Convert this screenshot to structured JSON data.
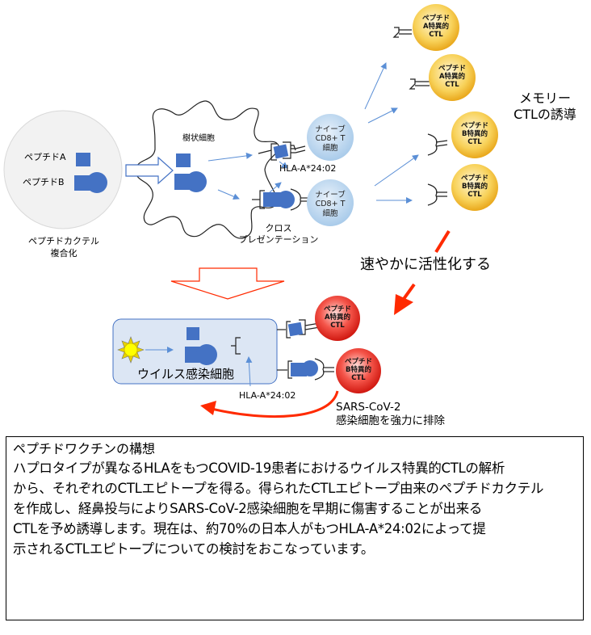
{
  "diagram": {
    "cocktail": {
      "peptide_a_label": "ペプチドA",
      "peptide_b_label": "ペプチドB",
      "caption_line1": "ペプチドカクテル",
      "caption_line2": "複合化"
    },
    "dendritic_cell": {
      "label": "樹状細胞",
      "cross_presentation_line1": "クロス",
      "cross_presentation_line2": "プレゼンテーション"
    },
    "hla_label": "HLA-A*24:02",
    "naive_cells": [
      {
        "line1": "ナイーブ",
        "line2": "CD8+ T",
        "line3": "細胞"
      },
      {
        "line1": "ナイーブ",
        "line2": "CD8+ T",
        "line3": "細胞"
      }
    ],
    "memory_ctls": [
      {
        "line1": "ペプチド",
        "line2": "A特異的",
        "line3": "CTL"
      },
      {
        "line1": "ペプチド",
        "line2": "A特異的",
        "line3": "CTL"
      },
      {
        "line1": "ペプチド",
        "line2": "B特異的",
        "line3": "CTL"
      },
      {
        "line1": "ペプチド",
        "line2": "B特異的",
        "line3": "CTL"
      }
    ],
    "memory_label_line1": "メモリー",
    "memory_label_line2": "CTLの誘導",
    "activation_label": "速やかに活性化する",
    "infected_cell": {
      "label": "ウイルス感染細胞",
      "hla_label": "HLA-A*24:02"
    },
    "active_ctls": [
      {
        "line1": "ペプチド",
        "line2": "A特異的",
        "line3": "CTL"
      },
      {
        "line1": "ペプチド",
        "line2": "B特異的",
        "line3": "CTL"
      }
    ],
    "elimination_line1": "SARS-CoV-2",
    "elimination_line2": "感染細胞を強力に排除",
    "colors": {
      "peptide_blue": "#4472c4",
      "arrow_blue": "#5b8fd6",
      "red": "#ff2a00",
      "naive_cell": "#bcd7ee",
      "memory_ctl": "#f6c343",
      "active_ctl": "#e8231a",
      "infected_cell_fill": "#dce6f4",
      "cocktail_circle": "#f2f2f2"
    }
  },
  "description": {
    "title": "ペプチドワクチンの構想",
    "lines": [
      "ハプロタイプが異なるHLAをもつCOVID-19患者におけるウイルス特異的CTLの解析",
      "から、それぞれのCTLエピトープを得る。得られたCTLエピトープ由来のペプチドカクテル",
      "を作成し、経鼻投与によりSARS-CoV-2感染細胞を早期に傷害することが出来る",
      "CTLを予め誘導します。現在は、約70%の日本人がもつHLA-A*24:02によって提",
      "示されるCTLエピトープについての検討をおこなっています。"
    ]
  }
}
